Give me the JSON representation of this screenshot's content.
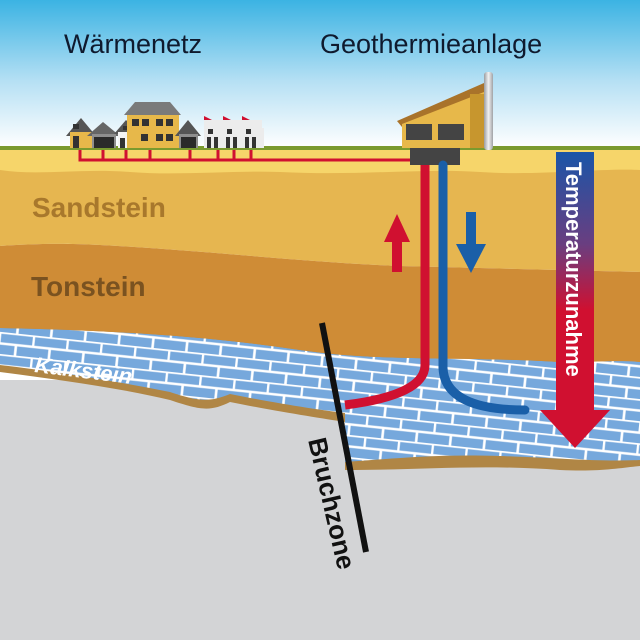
{
  "labels": {
    "heat_network": "Wärmenetz",
    "geothermal_plant": "Geothermieanlage",
    "sandstone": "Sandstein",
    "claystone": "Tonstein",
    "limestone": "Kalkstein",
    "fault_zone": "Bruchzone",
    "temperature_increase": "Temperaturzunahme"
  },
  "colors": {
    "sky_top": "#3bb3e3",
    "sky_bottom": "#ffffff",
    "grass": "#7a9a2e",
    "topsoil": "#f6d56a",
    "sandstone": "#e6b650",
    "claystone": "#cf8c36",
    "limestone": "#76a8dc",
    "marl_band": "#b08645",
    "basement": "#d3d4d6",
    "hot_pipe": "#d01030",
    "cold_pipe": "#1a5fa8",
    "sandstone_text": "#a8782c",
    "claystone_text": "#7a5220"
  },
  "flow_arrows": [
    {
      "direction": "up",
      "meaning": "hot water up",
      "color": "#d01030"
    },
    {
      "direction": "down",
      "meaning": "cold water down",
      "color": "#1a5fa8"
    }
  ]
}
